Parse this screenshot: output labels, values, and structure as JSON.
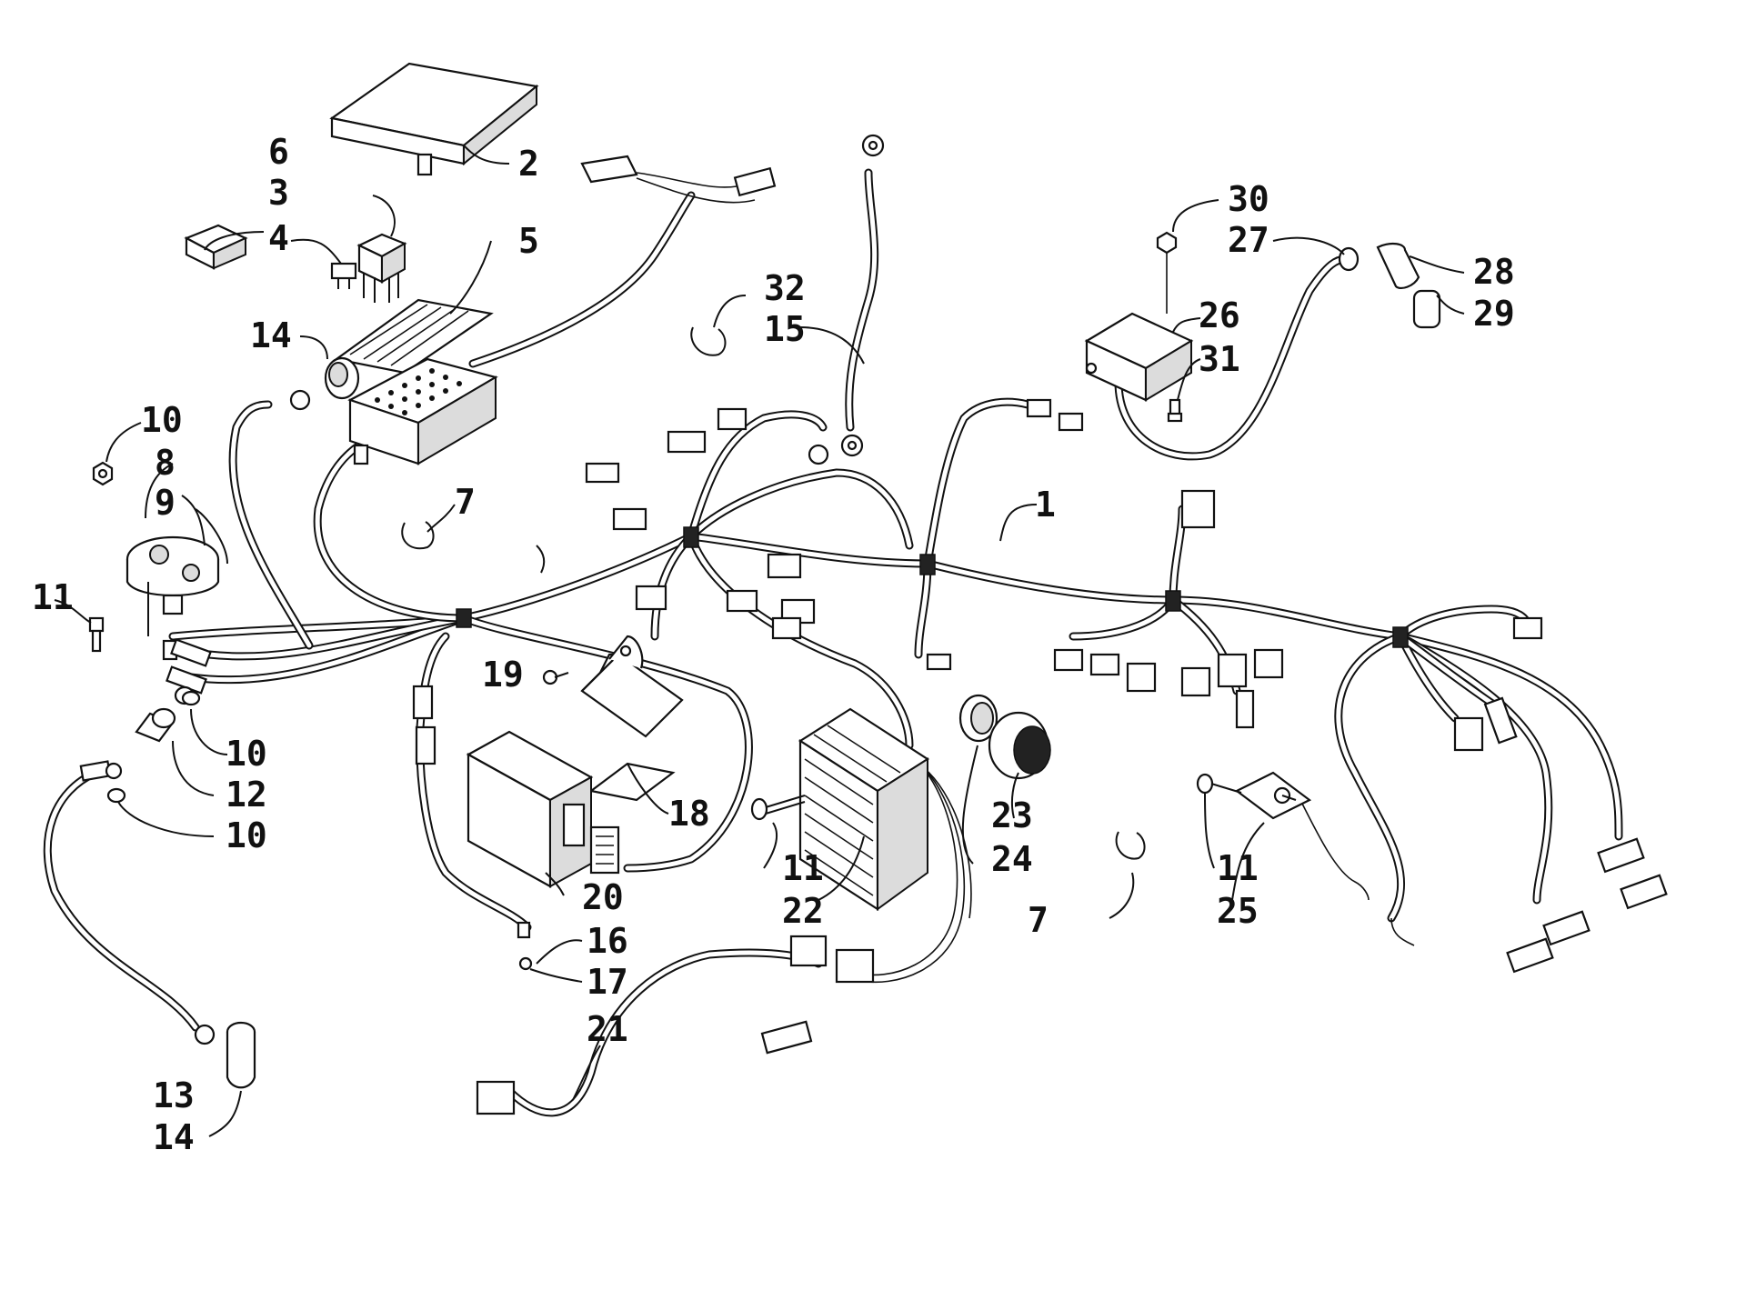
{
  "diagram": {
    "callouts": [
      {
        "id": "c1",
        "text": "1"
      },
      {
        "id": "c2",
        "text": "2"
      },
      {
        "id": "c3",
        "text": "3"
      },
      {
        "id": "c4",
        "text": "4"
      },
      {
        "id": "c5",
        "text": "5"
      },
      {
        "id": "c6",
        "text": "6"
      },
      {
        "id": "c7a",
        "text": "7"
      },
      {
        "id": "c7b",
        "text": "7"
      },
      {
        "id": "c8",
        "text": "8"
      },
      {
        "id": "c9",
        "text": "9"
      },
      {
        "id": "c10a",
        "text": "10"
      },
      {
        "id": "c10b",
        "text": "10"
      },
      {
        "id": "c10c",
        "text": "10"
      },
      {
        "id": "c11a",
        "text": "11"
      },
      {
        "id": "c11b",
        "text": "11"
      },
      {
        "id": "c11c",
        "text": "11"
      },
      {
        "id": "c12",
        "text": "12"
      },
      {
        "id": "c13",
        "text": "13"
      },
      {
        "id": "c14a",
        "text": "14"
      },
      {
        "id": "c14b",
        "text": "14"
      },
      {
        "id": "c15",
        "text": "15"
      },
      {
        "id": "c16",
        "text": "16"
      },
      {
        "id": "c17",
        "text": "17"
      },
      {
        "id": "c18",
        "text": "18"
      },
      {
        "id": "c19",
        "text": "19"
      },
      {
        "id": "c20",
        "text": "20"
      },
      {
        "id": "c21",
        "text": "21"
      },
      {
        "id": "c22",
        "text": "22"
      },
      {
        "id": "c23",
        "text": "23"
      },
      {
        "id": "c24",
        "text": "24"
      },
      {
        "id": "c25",
        "text": "25"
      },
      {
        "id": "c26",
        "text": "26"
      },
      {
        "id": "c27",
        "text": "27"
      },
      {
        "id": "c28",
        "text": "28"
      },
      {
        "id": "c29",
        "text": "29"
      },
      {
        "id": "c30",
        "text": "30"
      },
      {
        "id": "c31",
        "text": "31"
      },
      {
        "id": "c32",
        "text": "32"
      }
    ]
  }
}
